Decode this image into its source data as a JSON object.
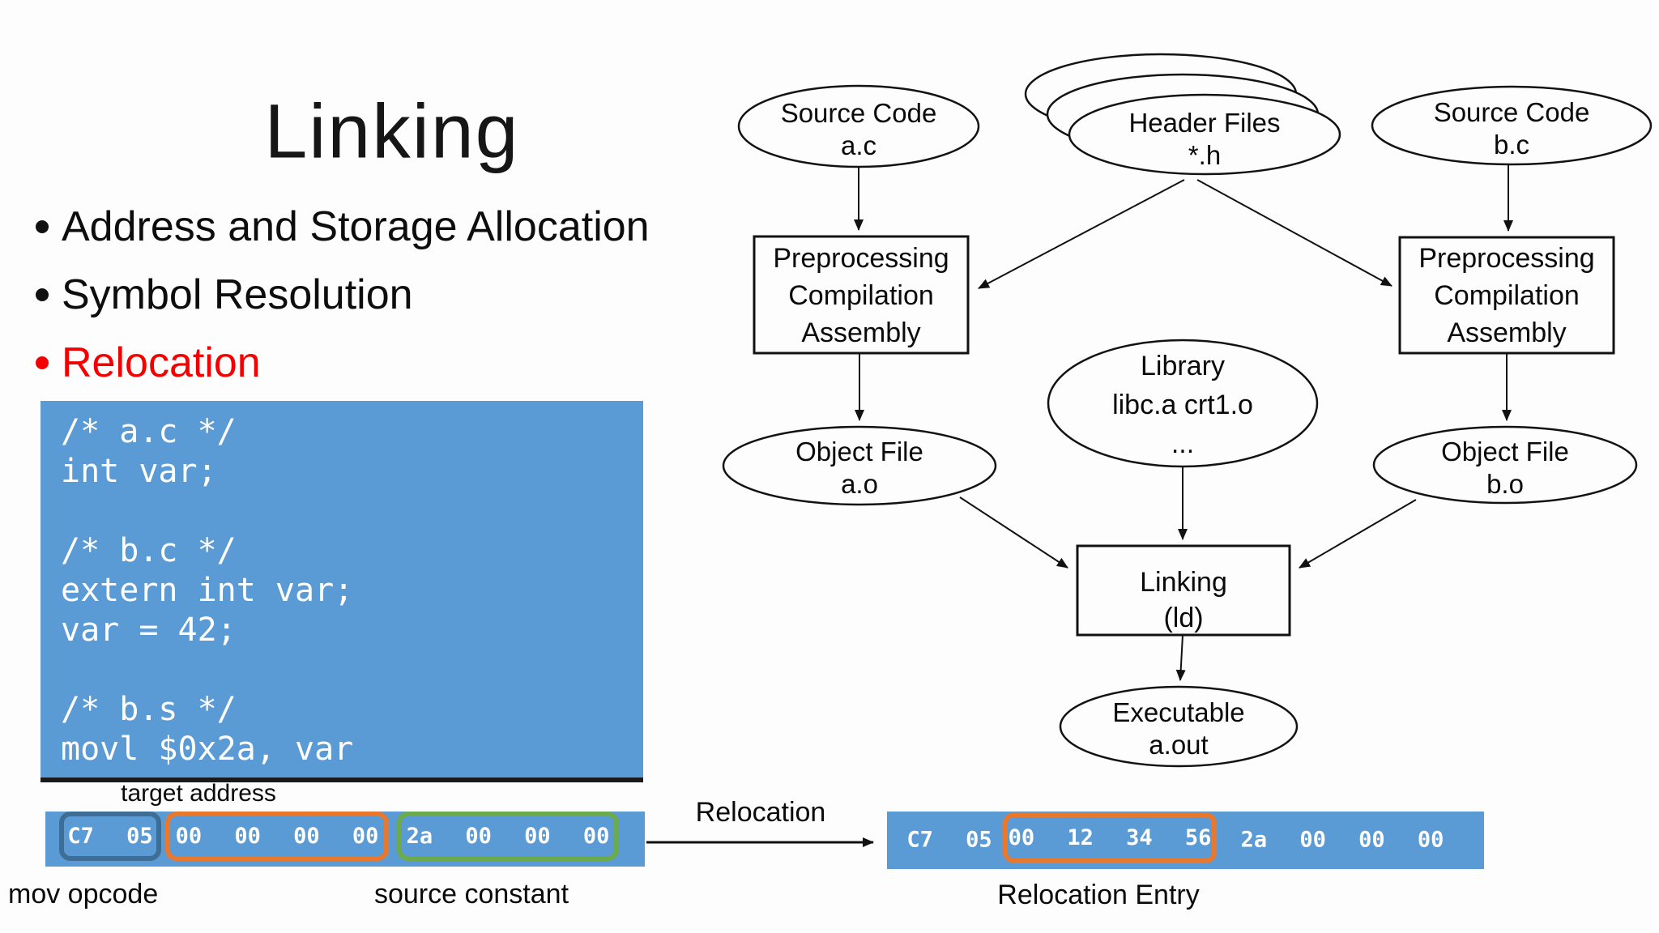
{
  "slide": {
    "title": "Linking",
    "bullets": [
      {
        "label": "Address and Storage Allocation"
      },
      {
        "label": "Symbol Resolution"
      },
      {
        "label": "Relocation"
      }
    ]
  },
  "code": {
    "lines": [
      "/* a.c */",
      "int var;",
      "",
      "/* b.c */",
      "extern int var;",
      "var = 42;",
      "",
      "/* b.s */",
      "movl $0x2a, var"
    ]
  },
  "diagram": {
    "source_a": [
      "Source Code",
      "a.c"
    ],
    "headers": [
      "Header Files",
      "*.h"
    ],
    "source_b": [
      "Source Code",
      "b.c"
    ],
    "preprocess_a": [
      "Preprocessing",
      "Compilation",
      "Assembly"
    ],
    "preprocess_b": [
      "Preprocessing",
      "Compilation",
      "Assembly"
    ],
    "object_a": [
      "Object File",
      "a.o"
    ],
    "library": [
      "Library",
      "libc.a crt1.o",
      "..."
    ],
    "object_b": [
      "Object File",
      "b.o"
    ],
    "linking": [
      "Linking",
      "(ld)"
    ],
    "executable": [
      "Executable",
      "a.out"
    ]
  },
  "relocation": {
    "arrow_label": "Relocation",
    "labels": {
      "target_address": "target address",
      "mov_opcode": "mov opcode",
      "source_constant": "source constant",
      "relocation_entry": "Relocation Entry"
    },
    "left_bar": {
      "opcode": "C7 05",
      "address": "00 00 00 00",
      "constant": "2a 00 00 00"
    },
    "right_bar": {
      "opcode": "C7 05",
      "patched": "00 12 34 56",
      "constant": "2a 00 00 00"
    },
    "colors": {
      "bar_blue": "#5b9bd5",
      "opcode_outline": "#3e6e96",
      "address_outline": "#e8782e",
      "constant_outline": "#6cab4b",
      "bullet_red": "#f40000"
    }
  }
}
